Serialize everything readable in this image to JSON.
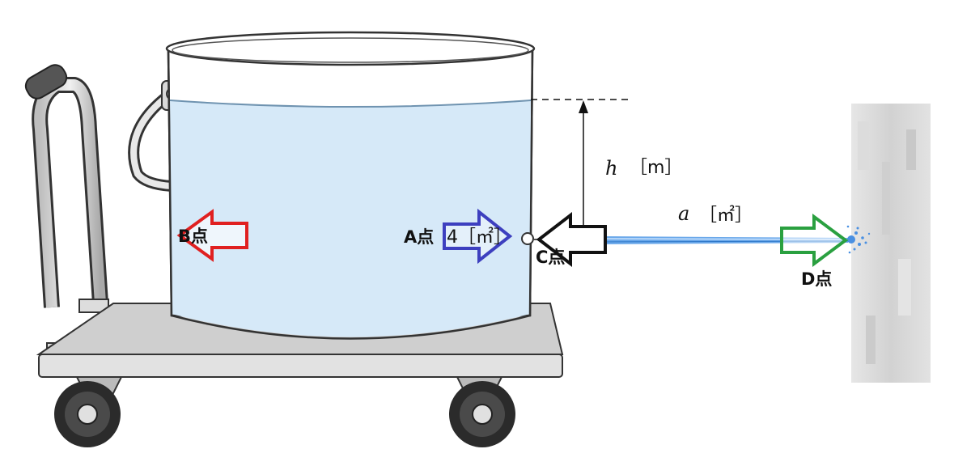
{
  "labels": {
    "point_a": "A点",
    "area_tank": "4［㎡］",
    "point_b": "B点",
    "point_c": "C点",
    "point_d": "D点",
    "height_symbol": "h",
    "height_unit": "［m］",
    "area_symbol": "a",
    "area_unit": "［㎡］"
  },
  "colors": {
    "water": "#d6e9f8",
    "water_surface": "#6f93b0",
    "tank_outline": "#333333",
    "cart_metal": "#d9d9d9",
    "arrow_a": "#3d3fbf",
    "arrow_b": "#e02020",
    "arrow_c": "#111111",
    "arrow_d": "#2aa040",
    "jet": "#4a90e2",
    "wall": "#d8d8d8"
  },
  "icons": {
    "arrow_a": "right-arrow-icon",
    "arrow_b": "left-arrow-icon",
    "arrow_c": "left-arrow-icon",
    "arrow_d": "right-arrow-icon"
  }
}
